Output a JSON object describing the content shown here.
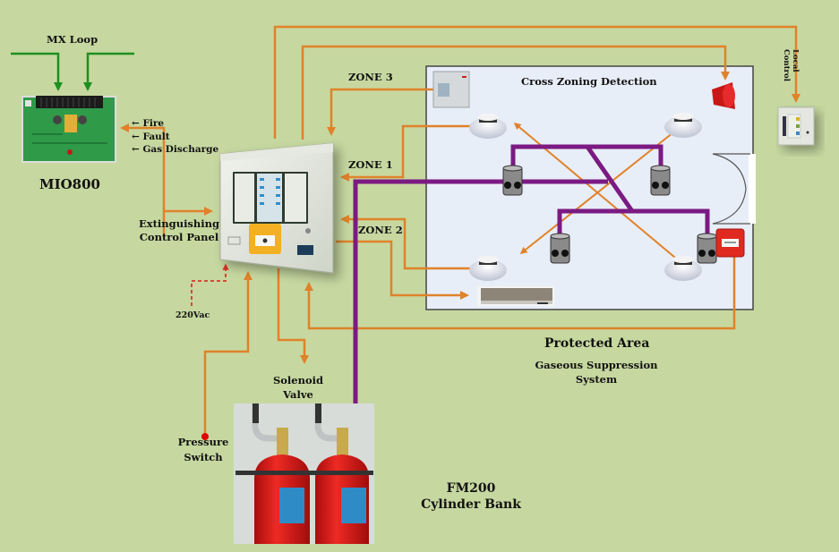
{
  "title": "Gaseous Suppression System",
  "labels": {
    "mx_loop": "MX Loop",
    "mio800": "MIO800",
    "fire": "← Fire",
    "fault": "← Fault",
    "gas_discharge": "← Gas Discharge",
    "extinguishing_control_panel_line1": "Extinguishing",
    "extinguishing_control_panel_line2": "Control Panel",
    "vac": "220Vac",
    "zone1": "ZONE 1",
    "zone2": "ZONE 2",
    "zone3": "ZONE 3",
    "cross_zoning": "Cross Zoning Detection",
    "local_control_line1": "Local",
    "local_control_line2": "Control",
    "protected_area": "Protected Area",
    "gaseous_suppression_line1": "Gaseous Suppression",
    "gaseous_suppression_line2": "System",
    "solenoid_line1": "Solenoid",
    "solenoid_line2": "Valve",
    "pressure_line1": "Pressure",
    "pressure_line2": "Switch",
    "fm200_line1": "FM200",
    "fm200_line2": "Cylinder Bank"
  },
  "colors": {
    "background": "#c6d8a0",
    "signal_line": "#e0822a",
    "pipe": "#7b1a82",
    "mx_loop": "#1e8f1e",
    "power_line": "#d9362a",
    "room": "#e8eef8"
  },
  "components": [
    {
      "id": "mio800",
      "icon": "circuit-board-icon"
    },
    {
      "id": "control-panel",
      "icon": "control-panel-icon"
    },
    {
      "id": "zone3-panel",
      "icon": "fire-panel-icon"
    },
    {
      "id": "sounder",
      "icon": "sounder-icon"
    },
    {
      "id": "local-control",
      "icon": "local-control-icon"
    },
    {
      "id": "smoke-detector",
      "icon": "smoke-detector-icon",
      "count": 4
    },
    {
      "id": "nozzle",
      "icon": "nozzle-icon",
      "count": 4
    },
    {
      "id": "manual-call-point",
      "icon": "manual-call-point-icon"
    },
    {
      "id": "air-conditioner",
      "icon": "air-conditioner-icon"
    },
    {
      "id": "door",
      "icon": "double-door-icon"
    },
    {
      "id": "cylinder-bank",
      "icon": "gas-cylinder-icon",
      "count": 2
    },
    {
      "id": "pressure-switch",
      "icon": "pressure-switch-icon"
    }
  ]
}
